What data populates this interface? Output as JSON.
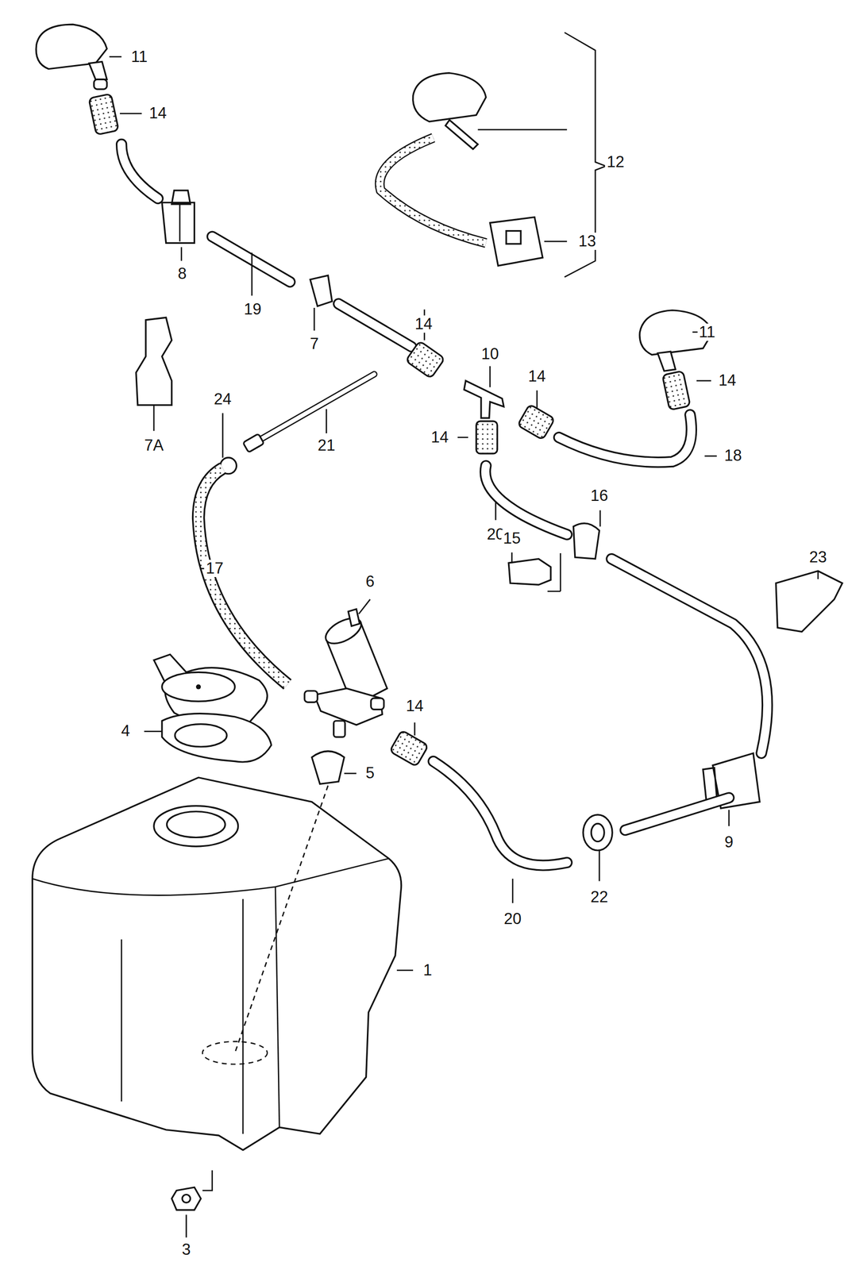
{
  "diagram": {
    "labels": [
      "11",
      "14",
      "12",
      "13",
      "8",
      "19",
      "7",
      "14",
      "10",
      "11",
      "14",
      "7A",
      "24",
      "21",
      "14",
      "14",
      "18",
      "20",
      "16",
      "15",
      "23",
      "17",
      "6",
      "4",
      "14",
      "5",
      "1",
      "20",
      "22",
      "9",
      "3"
    ]
  }
}
